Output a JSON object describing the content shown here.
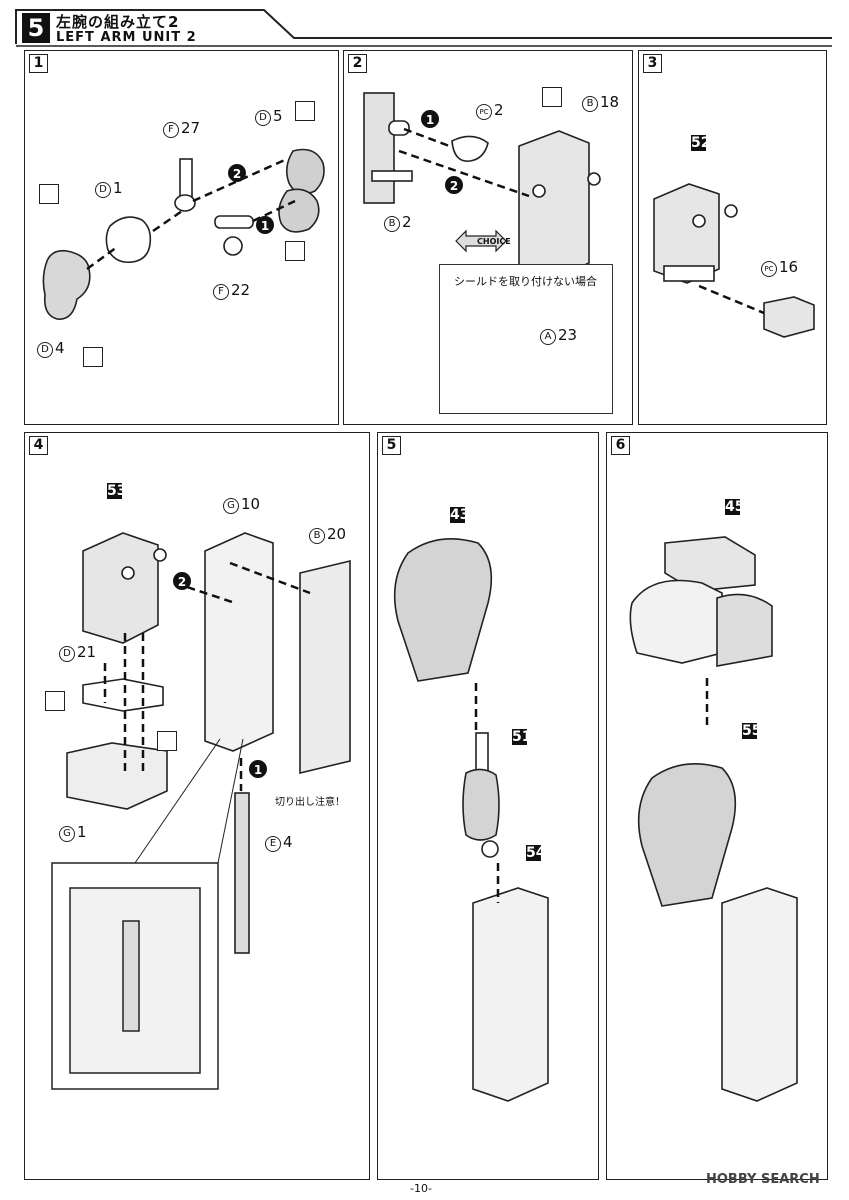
{
  "header": {
    "step_number": "5",
    "title_jp": "左腕の組み立て2",
    "title_en": "LEFT ARM UNIT 2"
  },
  "panels": [
    {
      "number": "1",
      "labels": {
        "f27": "27",
        "d5": "5",
        "d1": "1",
        "f22": "22",
        "d4": "4"
      }
    },
    {
      "number": "2",
      "labels": {
        "pc2": "2",
        "b18": "18",
        "b2": "2",
        "a23": "23"
      },
      "choice": "CHOICE",
      "note": "シールドを取り付けない場合"
    },
    {
      "number": "3",
      "labels": {
        "pc16": "16"
      },
      "subassembly": "52"
    },
    {
      "number": "4",
      "labels": {
        "g10": "10",
        "b20": "20",
        "d21": "21",
        "g1": "1",
        "e4": "4"
      },
      "subassembly": "53",
      "caution": "切り出し注意！"
    },
    {
      "number": "5",
      "subassemblies": [
        "43",
        "51",
        "54"
      ]
    },
    {
      "number": "6",
      "subassemblies": [
        "45",
        "55"
      ]
    }
  ],
  "part_letters": {
    "a": "A",
    "b": "B",
    "d": "D",
    "e": "E",
    "f": "F",
    "g": "G",
    "pc": "PC"
  },
  "arrows": {
    "one": "1",
    "two": "2"
  },
  "footer": {
    "page": "-10-",
    "watermark": "HOBBY SEARCH"
  }
}
